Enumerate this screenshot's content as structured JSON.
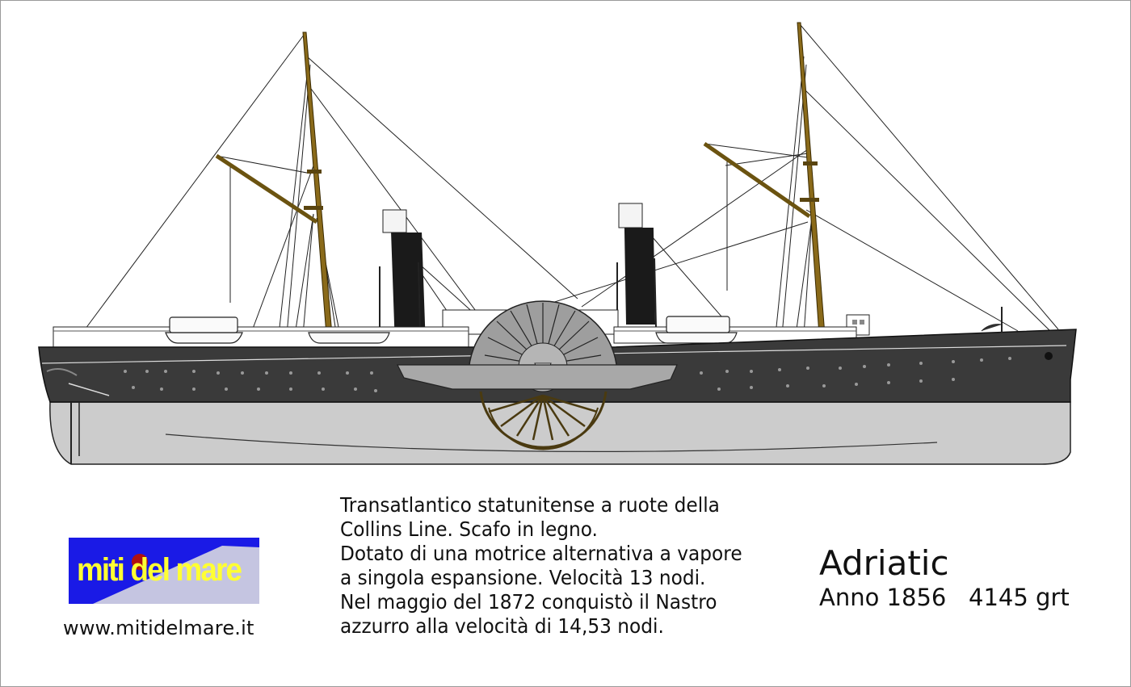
{
  "ship": {
    "name": "Adriatic",
    "year_tonnage": "Anno 1856   4145 grt"
  },
  "description": {
    "lines": [
      "Transatlantico statunitense a ruote della",
      "Collins Line. Scafo in legno.",
      "Dotato di una motrice alternativa a vapore",
      "a singola espansione. Velocità 13 nodi.",
      "Nel maggio del 1872 conquistò il Nastro",
      "azzurro alla velocità di 14,53 nodi."
    ]
  },
  "branding": {
    "logo_text": "miti del mare",
    "website": "www.mitidelmare.it"
  },
  "colors": {
    "hull_upper": "#3a3a3a",
    "hull_lower": "#cccccc",
    "mast": "#8a6a1a",
    "funnel": "#1a1a1a",
    "wheel_box": "#9e9e9e",
    "logo_bg": "#1a1ae6",
    "logo_text": "#ffff33"
  }
}
